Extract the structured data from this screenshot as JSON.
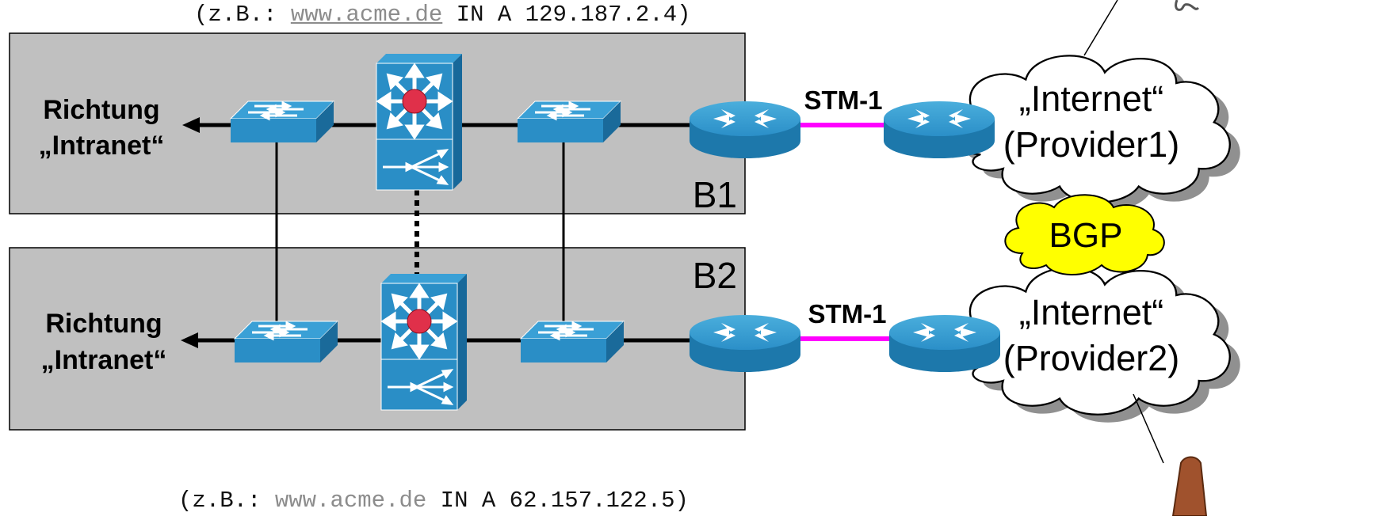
{
  "dns_examples": {
    "top": {
      "prefix": "(z.B.: ",
      "host": "www.acme.de",
      "suffix": " IN A 129.187.2.4)"
    },
    "bottom": {
      "prefix": "(z.B.: ",
      "host": "www.acme.de",
      "suffix": " IN A 62.157.122.5)"
    }
  },
  "buildings": [
    {
      "label": "B1",
      "direction": [
        "Richtung",
        "„Intranet“"
      ],
      "link": "STM-1",
      "cloud": [
        "„Internet“",
        "(Provider1)"
      ]
    },
    {
      "label": "B2",
      "direction": [
        "Richtung",
        "„Intranet“"
      ],
      "link": "STM-1",
      "cloud": [
        "„Internet“",
        "(Provider2)"
      ]
    }
  ],
  "bgp_label": "BGP",
  "colors": {
    "building_fill": "#c0c0c0",
    "device_blue": "#2b8fc8",
    "device_dark": "#1a6fa0",
    "link_magenta": "#ff00ff",
    "bgp_fill": "#ffff00",
    "cloud_fill": "#ffffff",
    "core_dot": "#e0304a"
  },
  "icons": [
    "switch-icon",
    "multilayer-switch-icon",
    "router-icon",
    "cloud-icon"
  ]
}
